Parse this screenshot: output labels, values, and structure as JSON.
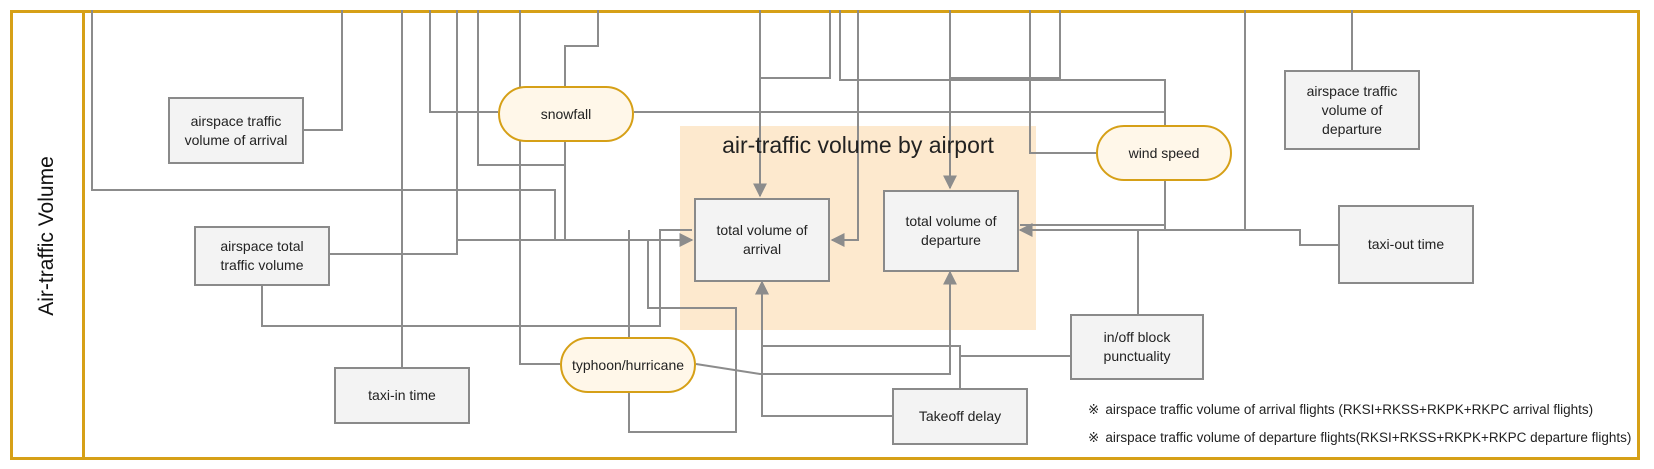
{
  "side_label": "Air-traffic Volume",
  "airport_group": {
    "title": "air-traffic volume by airport",
    "arrival": "total volume of arrival",
    "departure": "total volume of departure"
  },
  "factors": {
    "airspace_arrival": "airspace traffic volume of arrival",
    "airspace_departure": "airspace traffic volume of departure",
    "airspace_total": "airspace total traffic volume",
    "taxi_in": "taxi-in time",
    "taxi_out": "taxi-out time",
    "in_off_block": "in/off block punctuality",
    "takeoff_delay": "Takeoff delay"
  },
  "weather": {
    "snowfall": "snowfall",
    "wind_speed": "wind speed",
    "typhoon": "typhoon/hurricane"
  },
  "notes": [
    {
      "mark": "※",
      "text": "airspace traffic volume of arrival flights (RKSI+RKSS+RKPK+RKPC arrival flights)"
    },
    {
      "mark": "※",
      "text": "airspace traffic volume of departure flights(RKSI+RKSS+RKPK+RKPC departure flights)"
    }
  ],
  "colors": {
    "frame": "#d6a017",
    "panel": "#fde5c6",
    "line": "#8c8c8c",
    "box_fill": "#f3f3f3",
    "pill_fill": "#fff7e9"
  }
}
